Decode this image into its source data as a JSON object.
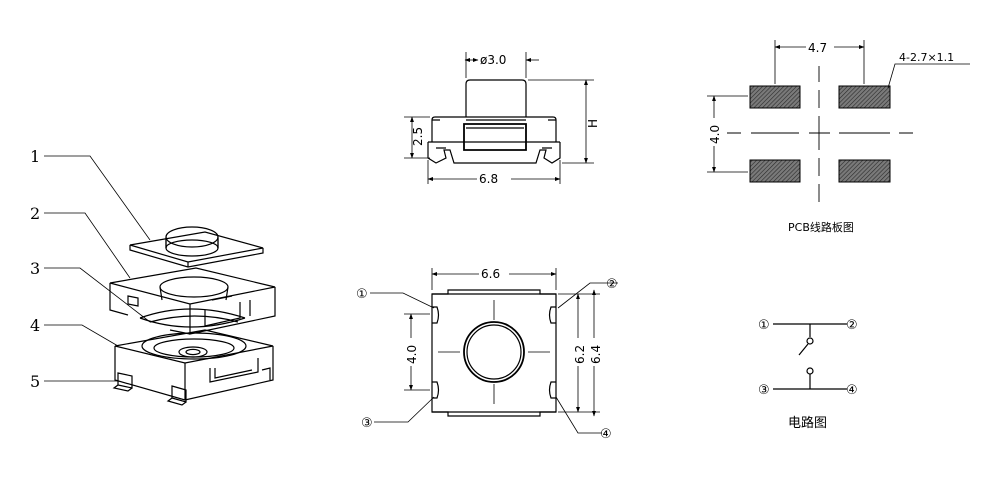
{
  "exploded_view": {
    "part_labels": [
      "1",
      "2",
      "3",
      "4",
      "5"
    ]
  },
  "side_view": {
    "dim_diameter": "ø3.0",
    "dim_height": "2.5",
    "dim_h": "H",
    "dim_width": "6.8"
  },
  "pcb_layout": {
    "dim_pad_spacing": "4.7",
    "dim_pad_size": "4-2.7×1.1",
    "dim_row_spacing": "4.0",
    "caption": "PCB线路板图"
  },
  "top_view": {
    "dim_body_width": "6.6",
    "dim_pin_spacing": "4.0",
    "dim_body_inner": "6.2",
    "dim_body_outer": "6.4",
    "pin_1": "①",
    "pin_2": "②",
    "pin_3": "③",
    "pin_4": "④"
  },
  "circuit": {
    "pin_1": "①",
    "pin_2": "②",
    "pin_3": "③",
    "pin_4": "④",
    "caption": "电路图"
  }
}
